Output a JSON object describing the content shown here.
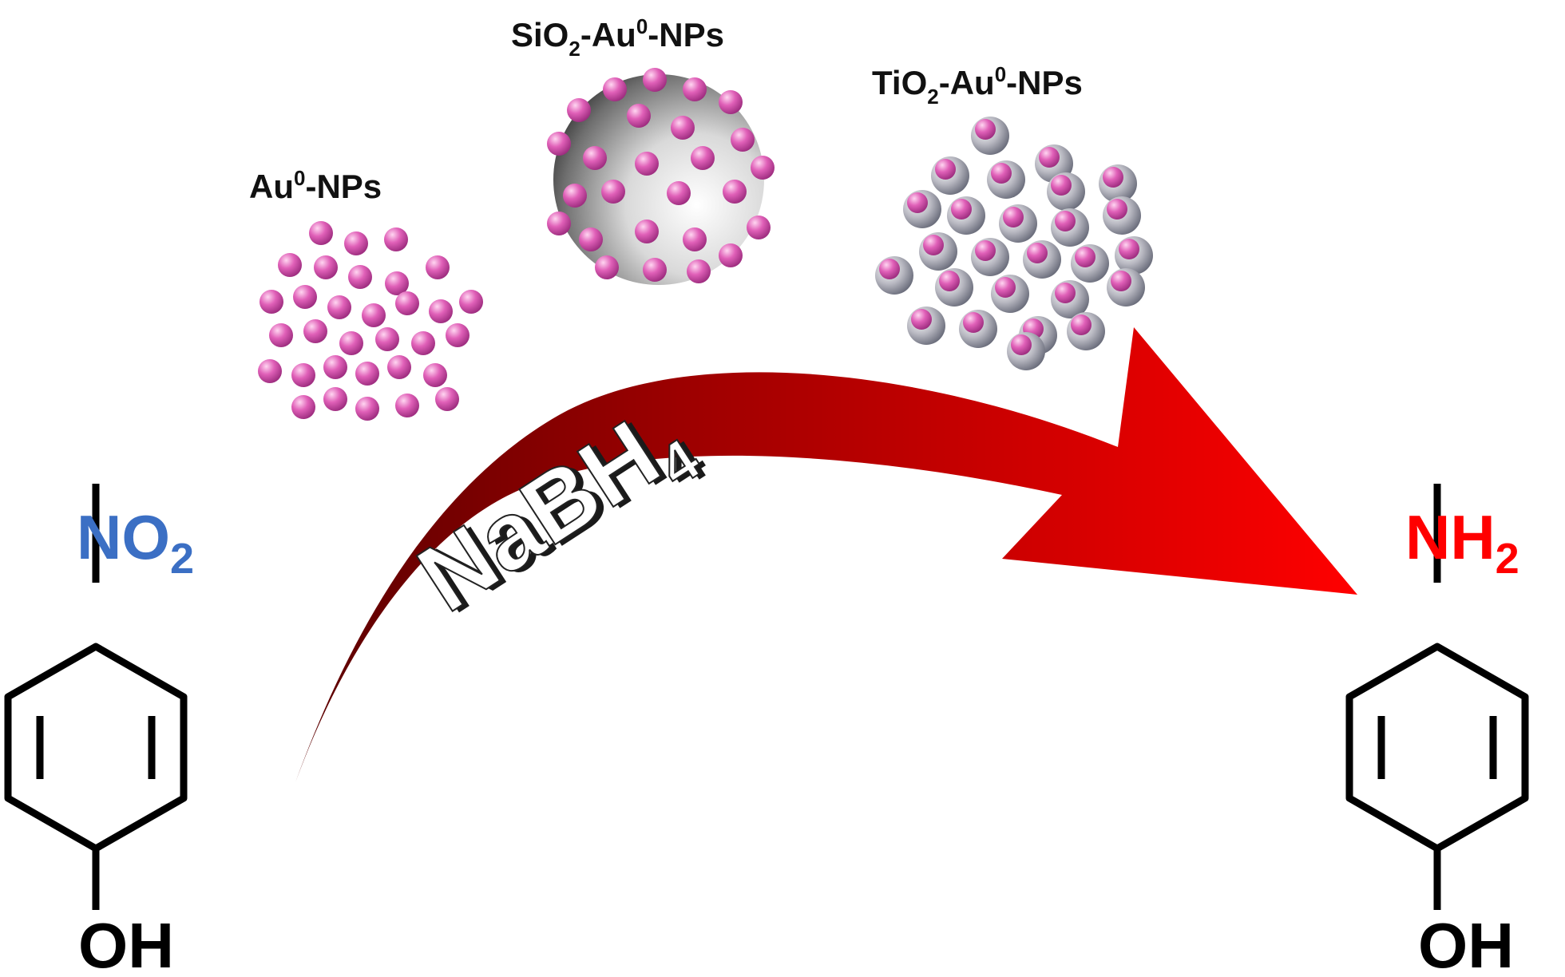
{
  "labels": {
    "au_np": {
      "main": "Au",
      "sup": "0",
      "rest": "-NPs"
    },
    "sio2_au_np": {
      "pre": "SiO",
      "sub": "2",
      "mid": "-Au",
      "sup": "0",
      "rest": "-NPs"
    },
    "tio2_au_np": {
      "pre": "TiO",
      "sub": "2",
      "mid": "-Au",
      "sup": "0",
      "rest": "-NPs"
    }
  },
  "reagent": {
    "main": "NaBH",
    "sub": "4"
  },
  "reactant": {
    "group_top": {
      "main": "NO",
      "sub": "2"
    },
    "group_bottom": "OH"
  },
  "product": {
    "group_top": {
      "main": "NH",
      "sub": "2"
    },
    "group_bottom": "OH"
  },
  "colors": {
    "reactant_group": "#3b6fc4",
    "product_group": "#ff0000",
    "arrow_dark": "#7a0000",
    "arrow_light": "#ff0000",
    "gold_particle": "#e060b8",
    "support_sphere": "#9a9a9a",
    "bond": "#000000"
  },
  "icons": [
    "gold-nanoparticle-icon",
    "silica-sphere-icon",
    "titania-particle-icon",
    "reaction-arrow-icon",
    "benzene-ring-icon"
  ]
}
